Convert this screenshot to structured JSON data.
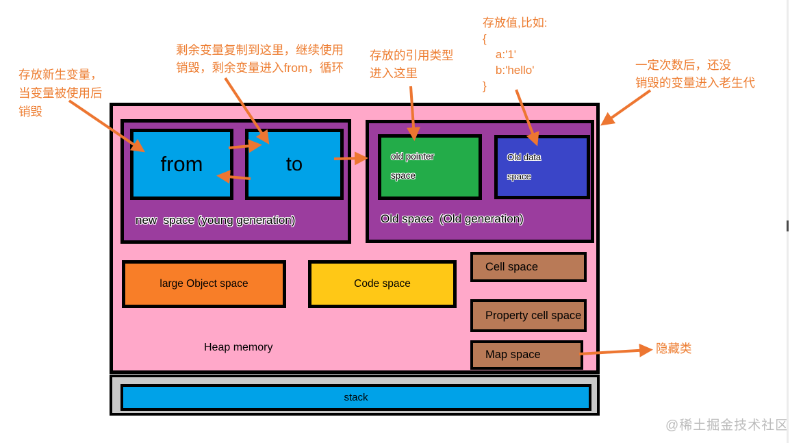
{
  "annotations": {
    "new_var": "存放新生变量，\n当变量被使用后\n销毁",
    "copy_rest": "剩余变量复制到这里，继续使用\n销毁，剩余变量进入from，循环",
    "ref_type": "存放的引用类型\n进入这里",
    "store_value": "存放值,比如:\n{\n    a:'1'\n    b:'hello'\n}",
    "old_gen": "一定次数后，还没\n销毁的变量进入老生代",
    "hidden_class": "隐藏类"
  },
  "heap": {
    "label": "Heap memory",
    "new_space": {
      "label": "new  space (young generation)",
      "from_label": "from",
      "to_label": "to"
    },
    "old_space": {
      "label": "Old space  (Old generation)",
      "old_pointer_label": "old pointer\nspace",
      "old_data_label": "Old data\nspace"
    },
    "large_object_label": "large Object space",
    "code_space_label": "Code space",
    "cell_space_label": "Cell space",
    "property_cell_space_label": "Property cell space",
    "map_space_label": "Map space"
  },
  "stack": {
    "label": "stack"
  },
  "watermark": "@稀土掘金技术社区",
  "colors": {
    "heap_fill": "#FFA8C9",
    "generation_fill": "#9B3D9E",
    "semi_space_fill": "#00A2E8",
    "old_pointer_fill": "#23AC49",
    "old_data_fill": "#3A45C8",
    "large_object_fill": "#F87E28",
    "code_fill": "#FFC816",
    "cell_fill": "#B97A57",
    "stack_track_fill": "#C9C9C9",
    "stack_fill": "#00A2E8",
    "annotation_color": "#ED7D31",
    "border_color": "#000000",
    "watermark_color": "#BCBCBC"
  }
}
